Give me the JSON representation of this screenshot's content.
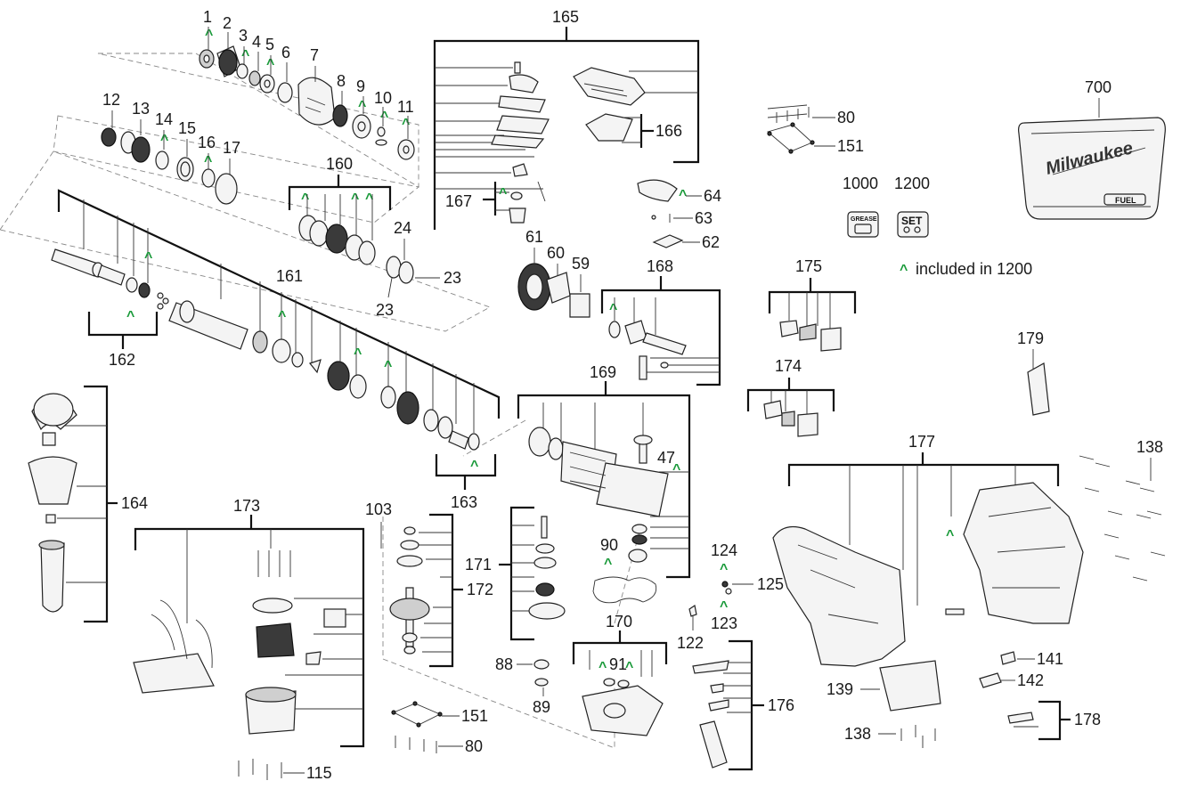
{
  "diagram": {
    "labels": {
      "n1": "1",
      "n2": "2",
      "n3": "3",
      "n4": "4",
      "n5": "5",
      "n6": "6",
      "n7": "7",
      "n8": "8",
      "n9": "9",
      "n10": "10",
      "n11": "11",
      "n12": "12",
      "n13": "13",
      "n14": "14",
      "n15": "15",
      "n16": "16",
      "n17": "17",
      "n23a": "23",
      "n23b": "23",
      "n24": "24",
      "n47": "47",
      "n59": "59",
      "n60": "60",
      "n61": "61",
      "n62": "62",
      "n63": "63",
      "n64": "64",
      "n80a": "80",
      "n80b": "80",
      "n88": "88",
      "n89": "89",
      "n90": "90",
      "n91": "91",
      "n103": "103",
      "n115": "115",
      "n122": "122",
      "n123": "123",
      "n124": "124",
      "n125": "125",
      "n138a": "138",
      "n138b": "138",
      "n139": "139",
      "n141": "141",
      "n142": "142",
      "n151a": "151",
      "n151b": "151",
      "n160": "160",
      "n161": "161",
      "n162": "162",
      "n163": "163",
      "n164": "164",
      "n165": "165",
      "n166": "166",
      "n167": "167",
      "n168": "168",
      "n169": "169",
      "n170": "170",
      "n171": "171",
      "n172": "172",
      "n173": "173",
      "n174": "174",
      "n175": "175",
      "n176": "176",
      "n177": "177",
      "n178": "178",
      "n179": "179",
      "n700": "700",
      "n1000": "1000",
      "n1200": "1200"
    },
    "legend_text": "included in 1200",
    "caret_symbol": "^",
    "grease_label": "GREASE",
    "set_label": "SET",
    "case_brand": "Milwaukee",
    "case_badge": "FUEL",
    "colors": {
      "line": "#111111",
      "caret": "#1a9a3a",
      "background": "#ffffff"
    }
  }
}
